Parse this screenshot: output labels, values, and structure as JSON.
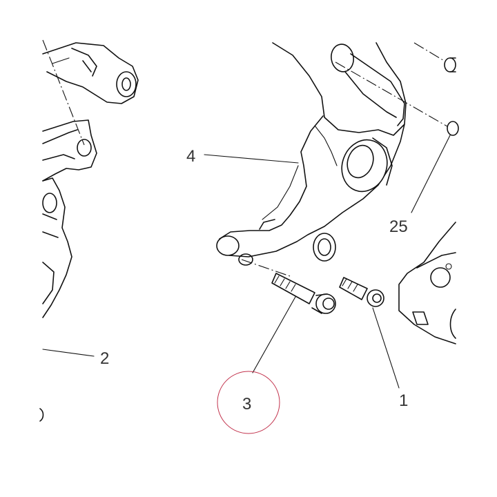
{
  "diagram": {
    "callouts": [
      {
        "id": "1",
        "label": "1"
      },
      {
        "id": "2",
        "label": "2"
      },
      {
        "id": "3",
        "label": "3"
      },
      {
        "id": "4",
        "label": "4"
      },
      {
        "id": "25",
        "label": "25"
      }
    ],
    "highlight": {
      "target": "3",
      "color": "#c2334d"
    }
  }
}
